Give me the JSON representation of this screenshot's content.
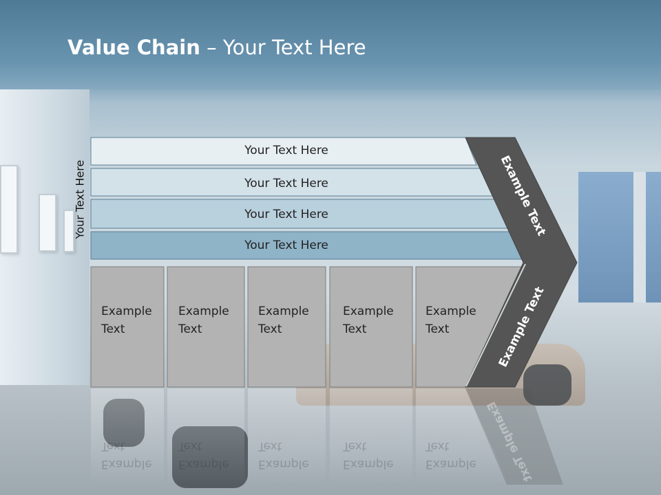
{
  "title": {
    "bold": "Value Chain",
    "rest": " – Your Text Here"
  },
  "vertical_label": "Your Text Here",
  "bars": [
    {
      "label": "Your Text Here",
      "color": "#e8eff3"
    },
    {
      "label": "Your Text Here",
      "color": "#d3e1e9"
    },
    {
      "label": "Your Text Here",
      "color": "#b9d0dd"
    },
    {
      "label": "Your Text Here",
      "color": "#8fb3c7"
    }
  ],
  "activities": [
    {
      "line1": "Example",
      "line2": "Text"
    },
    {
      "line1": "Example",
      "line2": "Text"
    },
    {
      "line1": "Example",
      "line2": "Text"
    },
    {
      "line1": "Example",
      "line2": "Text"
    },
    {
      "line1": "Example",
      "line2": "Text"
    }
  ],
  "margin_labels": {
    "upper": "Example Text",
    "lower": "Example Text"
  },
  "colors": {
    "arrow": "#555555",
    "box": "#b3b3b3",
    "box_border": "#7d7d7d",
    "bar_border": "#5a7d93"
  }
}
